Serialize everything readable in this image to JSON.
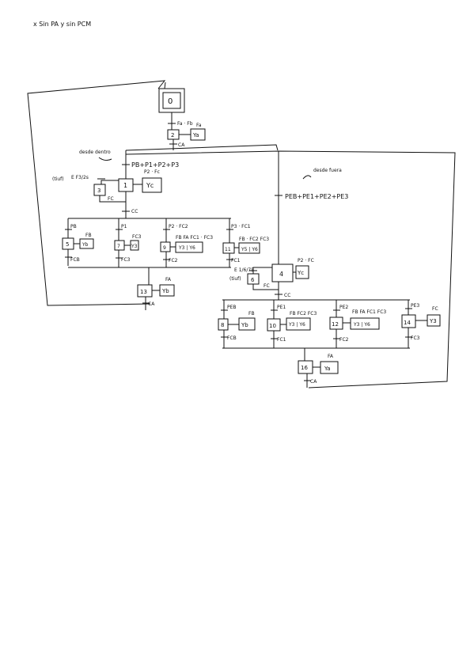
{
  "page": {
    "header_note": "x Sin PA y sin PCM"
  },
  "steps": {
    "s0": "0",
    "s2": "2",
    "s1": "1",
    "s3": "3",
    "s4": "4",
    "s5": "5",
    "s6": "6",
    "s7": "7",
    "s8": "8",
    "s9": "9",
    "s10": "10",
    "s11": "11",
    "s12": "12",
    "s13": "13",
    "s14": "14",
    "s16": "16"
  },
  "actions": {
    "a2": "Ya",
    "a1": "Yc",
    "a4": "Yc",
    "a5": "Yb",
    "a7": "Y3",
    "a9": "Y3 | Y6",
    "a11": "Y5 | Y6",
    "a13": "Yb",
    "a8": "Yb",
    "a10": "Y3 | Y6",
    "a12": "Y3 | Y6",
    "a14": "Y3",
    "a16": "Ya"
  },
  "labels": {
    "t_top": "Fa · Fb",
    "c2": "Fa",
    "t_ca1": "CA",
    "desde_dentro": "desde dentro",
    "desde_fuera": "desde fuera",
    "t_main_in": "PB+P1+P2+P3",
    "c1": "P2 · Fc",
    "tiuf1": "(tiuf)",
    "t_1b": "E F3/2s",
    "fc1": "FC",
    "cc1": "CC",
    "tb_pb": "PB",
    "c5": "FB",
    "tb_p1": "P1",
    "c7": "FC3",
    "tb_p2": "P2 · FC2",
    "c9": "FB FA FC1 · FC3",
    "tb_p3": "P3 · FC1",
    "c11": "FB · FC2 FC3",
    "fcb1": "FCB",
    "fc3_1": "FC3",
    "fc2_1": "FC2",
    "fc1_1": "FC1",
    "c13": "FA",
    "ca13": "CA",
    "t_fuera_in": "PEB+PE1+PE2+PE3",
    "c4": "P2 · FC",
    "tiuf2": "(tiuf)",
    "t_6": "E 1/6/75",
    "fc2": "FC",
    "cc2": "CC",
    "tb_peb": "PEB",
    "c8": "FB",
    "tb_pe1": "PE1",
    "c10": "FB FC2 FC3",
    "tb_pe2": "PE2",
    "c12": "FB FA FC1 FC3",
    "tb_pe3": "PE3",
    "c14": "FC",
    "fcb2": "FCB",
    "fc1_2": "FC1",
    "fc2_2": "FC2",
    "fc3_2": "FC3",
    "c16": "FA",
    "ca16": "CA"
  }
}
